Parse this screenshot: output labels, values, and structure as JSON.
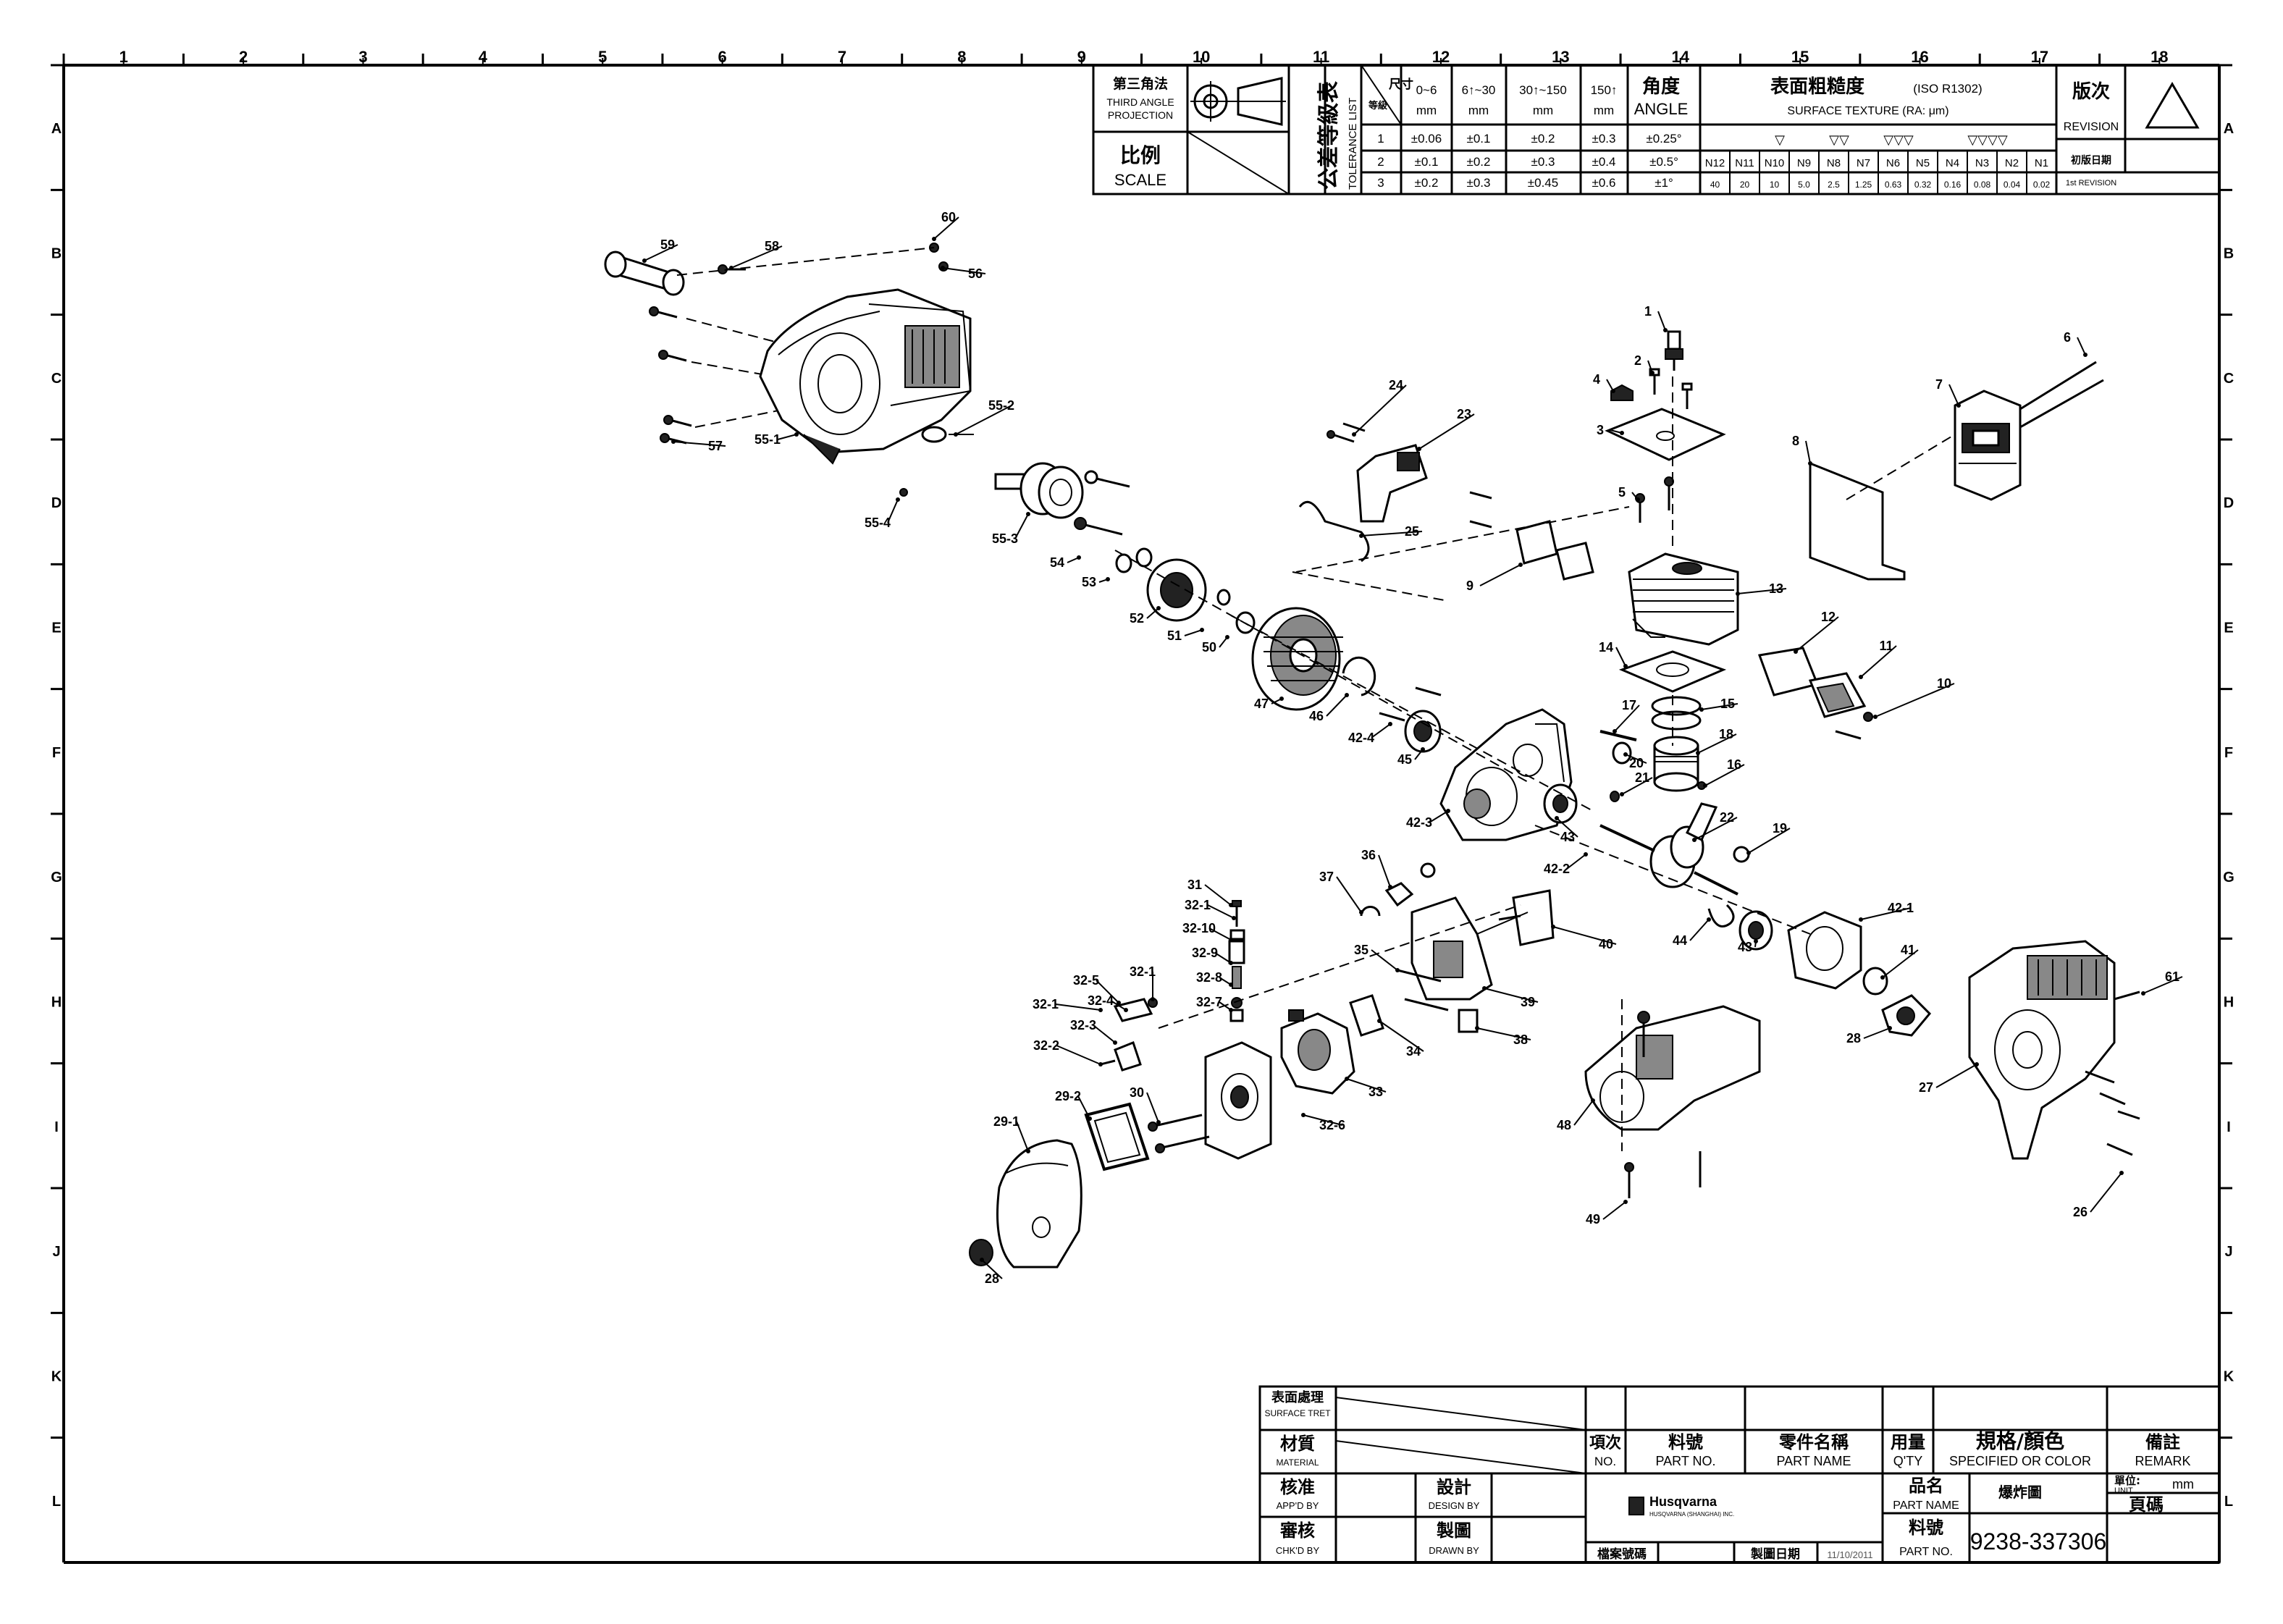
{
  "border": {
    "columns": [
      "1",
      "2",
      "3",
      "4",
      "5",
      "6",
      "7",
      "8",
      "9",
      "10",
      "11",
      "12",
      "13",
      "14",
      "15",
      "16",
      "17",
      "18"
    ],
    "rows": [
      "A",
      "B",
      "C",
      "D",
      "E",
      "F",
      "G",
      "H",
      "I",
      "J",
      "K",
      "L"
    ]
  },
  "title_block_top": {
    "projection_cn": "第三角法",
    "projection_en_1": "THIRD ANGLE",
    "projection_en_2": "PROJECTION",
    "scale_cn": "比例",
    "scale_en": "SCALE",
    "tol_cn": "公差等級表",
    "tol_en": "TOLERANCE LIST",
    "dim_cn": "尺寸",
    "grade_cn": "等級",
    "col_headers": [
      "0~6",
      "6↑~30",
      "30↑~150",
      "150↑"
    ],
    "col_units": [
      "mm",
      "mm",
      "mm",
      "mm"
    ],
    "angle_cn": "角度",
    "angle_en": "ANGLE",
    "tol_rows": [
      {
        "grade": "1",
        "v": [
          "±0.06",
          "±0.1",
          "±0.2",
          "±0.3",
          "±0.25°"
        ]
      },
      {
        "grade": "2",
        "v": [
          "±0.1",
          "±0.2",
          "±0.3",
          "±0.4",
          "±0.5°"
        ]
      },
      {
        "grade": "3",
        "v": [
          "±0.2",
          "±0.3",
          "±0.45",
          "±0.6",
          "±1°"
        ]
      }
    ],
    "surface_cn": "表面粗糙度",
    "surface_iso": "(ISO R1302)",
    "surface_en": "SURFACE TEXTURE (RA: μm)",
    "tri_marks": [
      "▽",
      "▽▽",
      "▽▽▽",
      "▽▽▽▽"
    ],
    "n_grades": [
      "N12",
      "N11",
      "N10",
      "N9",
      "N8",
      "N7",
      "N6",
      "N5",
      "N4",
      "N3",
      "N2",
      "N1"
    ],
    "n_values": [
      "40",
      "20",
      "10",
      "5.0",
      "2.5",
      "1.25",
      "0.63",
      "0.32",
      "0.16",
      "0.08",
      "0.04",
      "0.02"
    ],
    "revision_cn": "版次",
    "revision_en": "REVISION",
    "first_rev_cn": "初版日期",
    "first_rev_en": "1st REVISION"
  },
  "parts": [
    "1",
    "2",
    "3",
    "4",
    "5",
    "6",
    "7",
    "8",
    "9",
    "10",
    "11",
    "12",
    "13",
    "14",
    "15",
    "16",
    "17",
    "18",
    "19",
    "20",
    "21",
    "22",
    "23",
    "24",
    "25",
    "26",
    "27",
    "28",
    "28",
    "29-1",
    "29-2",
    "30",
    "31",
    "32-1",
    "32-10",
    "32-9",
    "32-8",
    "32-7",
    "32-6",
    "32-5",
    "32-4",
    "32-3",
    "32-2",
    "32-1",
    "32-1",
    "33",
    "34",
    "35",
    "36",
    "37",
    "38",
    "39",
    "40",
    "41",
    "42-1",
    "42-2",
    "42-3",
    "42-4",
    "43",
    "43",
    "44",
    "45",
    "46",
    "47",
    "48",
    "49",
    "50",
    "51",
    "52",
    "53",
    "54",
    "55-1",
    "55-2",
    "55-3",
    "55-4",
    "56",
    "57",
    "58",
    "59",
    "60",
    "61"
  ],
  "title_block_bottom": {
    "surface_treat_cn": "表面處理",
    "surface_treat_en": "SURFACE TRET",
    "material_cn": "材質",
    "material_en": "MATERIAL",
    "appd_cn": "核准",
    "appd_en": "APP'D BY",
    "chkd_cn": "審核",
    "chkd_en": "CHK'D BY",
    "design_cn": "設計",
    "design_en": "DESIGN BY",
    "drawn_cn": "製圖",
    "drawn_en": "DRAWN BY",
    "item_cn": "項次",
    "item_en": "NO.",
    "partno_cn": "料號",
    "partno_en": "PART NO.",
    "partname_cn": "零件名稱",
    "partname_en": "PART NAME",
    "qty_cn": "用量",
    "qty_en": "Q'TY",
    "spec_cn": "規格/顏色",
    "spec_en": "SPECIFIED OR COLOR",
    "remark_cn": "備註",
    "remark_en": "REMARK",
    "brand": "Husqvarna",
    "brand_sub": "HUSQVARNA (SHANGHAI) INC.",
    "pname_cn": "品名",
    "pname_en": "PART NAME",
    "pname_val": "爆炸圖",
    "pno_cn": "料號",
    "pno_en": "PART NO.",
    "pno_val": "9238-337306",
    "unit_cn": "單位:",
    "unit_en": "UNIT",
    "unit_val": "mm",
    "page_cn": "頁碼",
    "file_cn": "檔案號碼",
    "date_cn": "製圖日期",
    "date_val": "11/10/2011"
  }
}
